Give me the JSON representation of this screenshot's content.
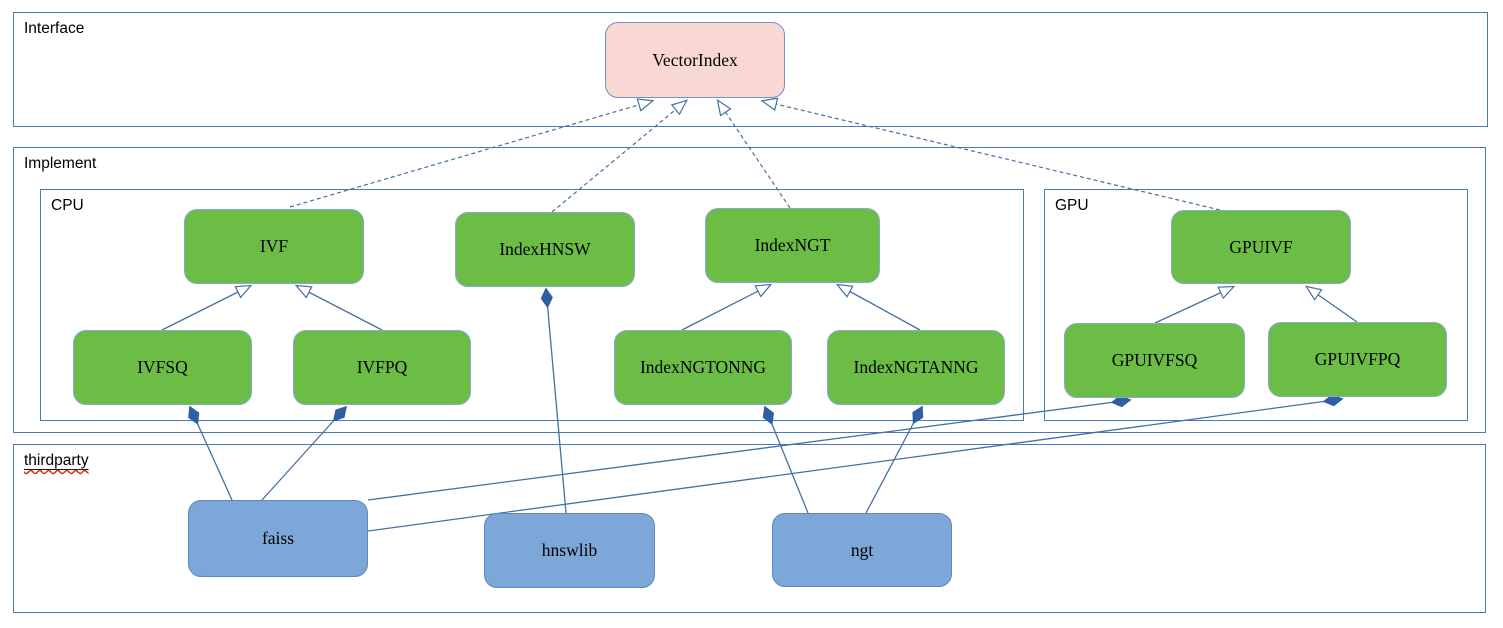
{
  "colors": {
    "container_border": "#4a7ab5",
    "edge_line": "#44719f",
    "diamond_fill": "#2e5fa3",
    "node_green_fill": "#6bbd46",
    "node_pink_fill": "#f9d7d3",
    "node_blue_fill": "#7da7d9",
    "node_border": "#84a7cf",
    "spellcheck_squiggle": "#d43420",
    "text": "#000000"
  },
  "containers": {
    "interface": {
      "label": "Interface"
    },
    "implement": {
      "label": "Implement"
    },
    "cpu": {
      "label": "CPU"
    },
    "gpu": {
      "label": "GPU"
    },
    "thirdparty": {
      "label": "thirdparty"
    }
  },
  "nodes": {
    "vectorindex": {
      "label": "VectorIndex",
      "container": "interface",
      "fill": "pink"
    },
    "ivf": {
      "label": "IVF",
      "container": "cpu",
      "fill": "green"
    },
    "indexhnsw": {
      "label": "IndexHNSW",
      "container": "cpu",
      "fill": "green"
    },
    "indexngt": {
      "label": "IndexNGT",
      "container": "cpu",
      "fill": "green"
    },
    "ivfsq": {
      "label": "IVFSQ",
      "container": "cpu",
      "fill": "green"
    },
    "ivfpq": {
      "label": "IVFPQ",
      "container": "cpu",
      "fill": "green"
    },
    "indexngtonng": {
      "label": "IndexNGTONNG",
      "container": "cpu",
      "fill": "green"
    },
    "indexngtanng": {
      "label": "IndexNGTANNG",
      "container": "cpu",
      "fill": "green"
    },
    "gpuivf": {
      "label": "GPUIVF",
      "container": "gpu",
      "fill": "green"
    },
    "gpuivfsq": {
      "label": "GPUIVFSQ",
      "container": "gpu",
      "fill": "green"
    },
    "gpuivfpq": {
      "label": "GPUIVFPQ",
      "container": "gpu",
      "fill": "green"
    },
    "faiss": {
      "label": "faiss",
      "container": "thirdparty",
      "fill": "blue"
    },
    "hnswlib": {
      "label": "hnswlib",
      "container": "thirdparty",
      "fill": "blue"
    },
    "ngt": {
      "label": "ngt",
      "container": "thirdparty",
      "fill": "blue"
    }
  },
  "edges": [
    {
      "from": "ivf",
      "to": "vectorindex",
      "type": "realization",
      "style": "dashed-open-arrow"
    },
    {
      "from": "indexhnsw",
      "to": "vectorindex",
      "type": "realization",
      "style": "dashed-open-arrow"
    },
    {
      "from": "indexngt",
      "to": "vectorindex",
      "type": "realization",
      "style": "dashed-open-arrow"
    },
    {
      "from": "gpuivf",
      "to": "vectorindex",
      "type": "realization",
      "style": "dashed-open-arrow"
    },
    {
      "from": "ivfsq",
      "to": "ivf",
      "type": "generalization",
      "style": "solid-open-arrow"
    },
    {
      "from": "ivfpq",
      "to": "ivf",
      "type": "generalization",
      "style": "solid-open-arrow"
    },
    {
      "from": "indexngtonng",
      "to": "indexngt",
      "type": "generalization",
      "style": "solid-open-arrow"
    },
    {
      "from": "indexngtanng",
      "to": "indexngt",
      "type": "generalization",
      "style": "solid-open-arrow"
    },
    {
      "from": "gpuivfsq",
      "to": "gpuivf",
      "type": "generalization",
      "style": "solid-open-arrow"
    },
    {
      "from": "gpuivfpq",
      "to": "gpuivf",
      "type": "generalization",
      "style": "solid-open-arrow"
    },
    {
      "from": "faiss",
      "to": "ivfsq",
      "type": "composition",
      "style": "solid-filled-diamond"
    },
    {
      "from": "faiss",
      "to": "ivfpq",
      "type": "composition",
      "style": "solid-filled-diamond"
    },
    {
      "from": "faiss",
      "to": "gpuivfsq",
      "type": "composition",
      "style": "solid-filled-diamond"
    },
    {
      "from": "faiss",
      "to": "gpuivfpq",
      "type": "composition",
      "style": "solid-filled-diamond"
    },
    {
      "from": "hnswlib",
      "to": "indexhnsw",
      "type": "composition",
      "style": "solid-filled-diamond"
    },
    {
      "from": "ngt",
      "to": "indexngtonng",
      "type": "composition",
      "style": "solid-filled-diamond"
    },
    {
      "from": "ngt",
      "to": "indexngtanng",
      "type": "composition",
      "style": "solid-filled-diamond"
    }
  ]
}
